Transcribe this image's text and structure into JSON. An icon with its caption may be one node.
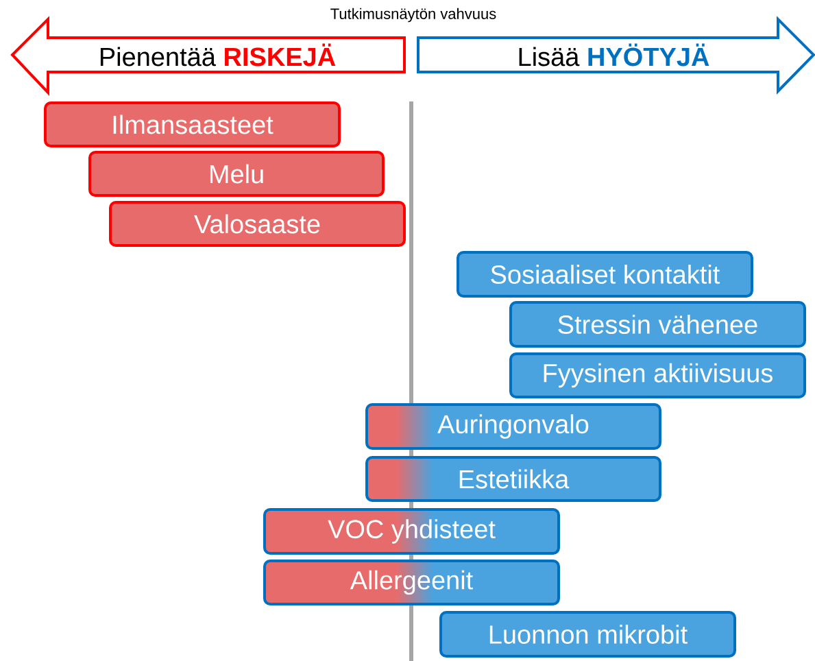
{
  "diagram": {
    "title": "Tutkimusnäytön vahvuus",
    "nodes": [
      {
        "text": [
          "Pienentää",
          "RISKEJÄ"
        ]
      },
      {
        "text": [
          "Lisää",
          "HYÖTYJÄ"
        ]
      },
      {
        "text": [
          "Ilmansaasteet"
        ]
      },
      {
        "text": [
          "Melu"
        ]
      },
      {
        "text": [
          "Valosaaste"
        ]
      },
      {
        "text": [
          "Sosiaaliset kontaktit"
        ]
      },
      {
        "text": [
          "Stressin vähenee"
        ]
      },
      {
        "text": [
          "Fyysinen aktiivisuus"
        ]
      },
      {
        "text": [
          "Auringonvalo"
        ]
      },
      {
        "text": [
          "Estetiikka"
        ]
      },
      {
        "text": [
          "VOC yhdisteet"
        ]
      },
      {
        "text": [
          "Allergeenit"
        ]
      },
      {
        "text": [
          "Luonnon mikrobit"
        ]
      }
    ]
  }
}
